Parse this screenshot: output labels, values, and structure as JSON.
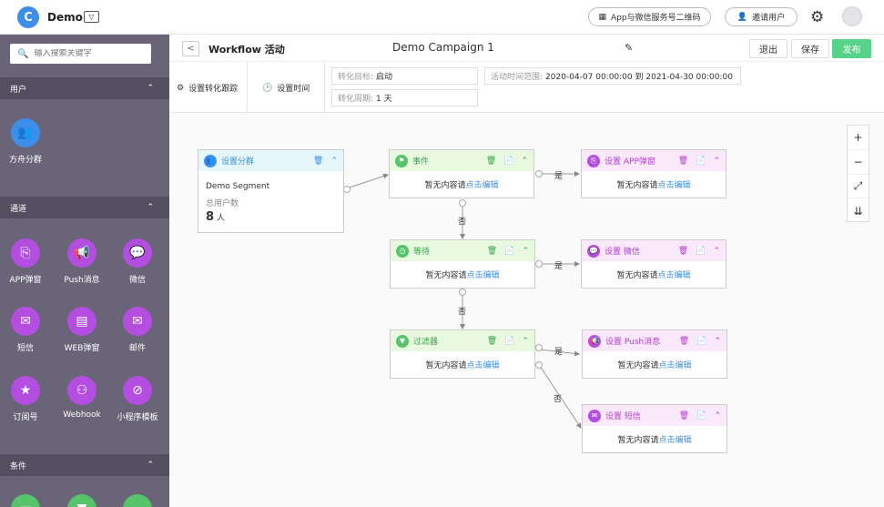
{
  "app": {
    "name": "Demo",
    "logo": "C"
  },
  "topbar": {
    "qr_label": "App与微信服务号二维码",
    "invite_label": "邀请用户"
  },
  "search": {
    "placeholder": "输入搜索关键字"
  },
  "sidebar": {
    "sections": [
      {
        "title": "用户",
        "items": [
          {
            "label": "方舟分群",
            "icon": "users-icon",
            "color": "#3d8ee8"
          }
        ]
      },
      {
        "title": "通道",
        "items": [
          {
            "label": "APP弹窗",
            "icon": "app-popup-icon",
            "color": "#b44ee0"
          },
          {
            "label": "Push消息",
            "icon": "megaphone-icon",
            "color": "#b44ee0"
          },
          {
            "label": "微信",
            "icon": "wechat-icon",
            "color": "#b44ee0"
          },
          {
            "label": "短信",
            "icon": "sms-icon",
            "color": "#b44ee0"
          },
          {
            "label": "WEB弹窗",
            "icon": "web-popup-icon",
            "color": "#b44ee0"
          },
          {
            "label": "邮件",
            "icon": "mail-icon",
            "color": "#b44ee0"
          },
          {
            "label": "订阅号",
            "icon": "subscription-icon",
            "color": "#b44ee0"
          },
          {
            "label": "Webhook",
            "icon": "webhook-icon",
            "color": "#b44ee0"
          },
          {
            "label": "小程序模板",
            "icon": "mini-program-icon",
            "color": "#b44ee0"
          }
        ]
      },
      {
        "title": "条件",
        "items": []
      }
    ]
  },
  "toolbar": {
    "title": "Workflow 活动",
    "campaign": "Demo Campaign 1",
    "exit": "退出",
    "save": "保存",
    "publish": "发布"
  },
  "settings": {
    "tracking": "设置转化跟踪",
    "time": "设置时间",
    "goal_label": "转化目标:",
    "goal_value": "启动",
    "period_label": "转化周期:",
    "period_value": "1 天",
    "range_label": "活动时间范围:",
    "range_value": "2020-04-07 00:00:00 到 2021-04-30 00:00:00"
  },
  "zoom": [
    "+",
    "−",
    "⤢",
    "⇊"
  ],
  "nodes": {
    "segment": {
      "title": "设置分群",
      "name": "Demo Segment",
      "count_label": "总用户数",
      "count": "8",
      "unit": "人"
    },
    "event": {
      "title": "事件"
    },
    "wait": {
      "title": "等待"
    },
    "filter": {
      "title": "过滤器"
    },
    "app_popup": {
      "title": "设置 APP弹窗"
    },
    "wechat": {
      "title": "设置 微信"
    },
    "push": {
      "title": "设置 Push消息"
    },
    "sms": {
      "title": "设置 短信"
    }
  },
  "empty_text": "暂无内容请",
  "edit_link": "点击编辑",
  "yes": "是",
  "no": "否",
  "colors": {
    "accent": "#3d8ee8",
    "publish": "#56d389",
    "sidebar": "#6a6479",
    "channel": "#b44ee0",
    "condition": "#56c46a"
  }
}
